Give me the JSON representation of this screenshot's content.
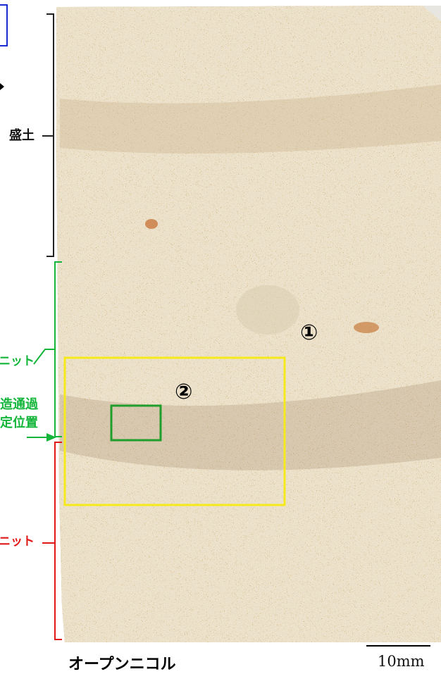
{
  "labels": {
    "fill": "盛土",
    "unit_upper": "ニット",
    "unit_lower": "ニット",
    "boundary_line1": "造通過",
    "boundary_line2": "定位置",
    "marker_1": "①",
    "marker_2": "②"
  },
  "caption": "オープンニコル",
  "scale_bar": "10mm",
  "colors": {
    "fill_bracket": "#222222",
    "upper_unit": "#13b53a",
    "lower_unit": "#e01818",
    "highlight_box": "#f6ea1c",
    "inner_box": "#1f9e2b",
    "corner_box": "#1a2bd1"
  }
}
